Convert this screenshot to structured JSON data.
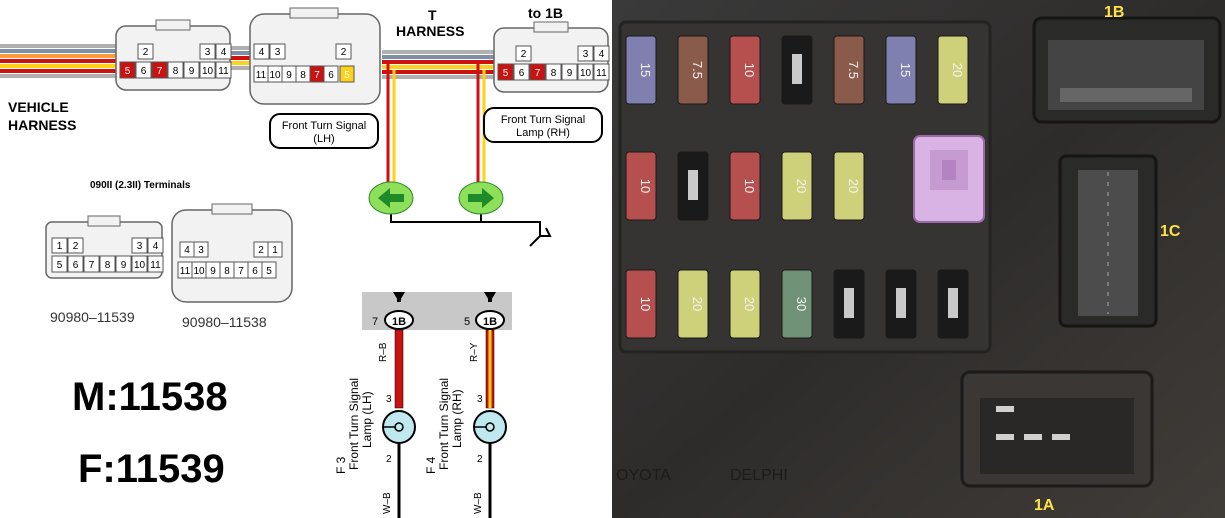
{
  "diagram": {
    "vehicle_harness": [
      "VEHICLE",
      "HARNESS"
    ],
    "t_harness": [
      "T",
      "HARNESS"
    ],
    "to_1b": "to 1B",
    "terminals_title": "090II (2.3II) Terminals",
    "part_female": "90980–11539",
    "part_male": "90980–11538",
    "male_code": "M:11538",
    "female_code": "F:11539",
    "front_lh_box": [
      "Front Turn Signal",
      "(LH)"
    ],
    "front_rh_box": [
      "Front Turn Signal",
      "Lamp (RH)"
    ],
    "female_connector": {
      "top": [
        "2",
        "3",
        "4"
      ],
      "bottom": [
        "5",
        "6",
        "7",
        "8",
        "9",
        "10",
        "11"
      ]
    },
    "female_connector_full": {
      "top": [
        "1",
        "2",
        "3",
        "4"
      ],
      "bottom": [
        "5",
        "6",
        "7",
        "8",
        "9",
        "10",
        "11"
      ]
    },
    "male_connector": {
      "top": [
        "4",
        "3",
        "2"
      ],
      "bottom": [
        "11",
        "10",
        "9",
        "8",
        "7",
        "6",
        "5"
      ]
    },
    "male_connector_full": {
      "top": [
        "4",
        "3",
        "2",
        "1"
      ],
      "bottom": [
        "11",
        "10",
        "9",
        "8",
        "7",
        "6",
        "5"
      ]
    },
    "lh_circuit": {
      "pin_top": "7",
      "connector": "1B",
      "wire_top": "R–B",
      "pin_mid": "3",
      "lamp_id": "F 3",
      "lamp_name": [
        "Front Turn Signal",
        "Lamp (LH)"
      ],
      "pin_bottom": "2",
      "wire_bottom": "W–B"
    },
    "rh_circuit": {
      "pin_top": "5",
      "connector": "1B",
      "wire_top": "R–Y",
      "pin_mid": "3",
      "lamp_id": "F 4",
      "lamp_name": [
        "Front Turn Signal",
        "Lamp (RH)"
      ],
      "pin_bottom": "2",
      "wire_bottom": "W–B"
    },
    "colors": {
      "red": "#cc1111",
      "yellow": "#ffd21a",
      "green": "#39b54a",
      "gray": "#c8c8c8",
      "lamp": "#bfe9ef"
    }
  },
  "photo": {
    "labels": {
      "conn_1b": "1B",
      "conn_1c": "1C",
      "conn_1a": "1A"
    },
    "brand_left": "OYOTA",
    "brand_right": "DELPHI",
    "fuse_rows": [
      [
        {
          "amp": "15",
          "color": "#7f7fb0"
        },
        {
          "amp": "7.5",
          "color": "#8a5a4a"
        },
        {
          "amp": "10",
          "color": "#b5504f"
        },
        {
          "amp": "",
          "color": "#1a1a1a"
        },
        {
          "amp": "7.5",
          "color": "#8a5a4a"
        },
        {
          "amp": "15",
          "color": "#7f7fb0"
        },
        {
          "amp": "20",
          "color": "#cfd07a"
        }
      ],
      [
        {
          "amp": "10",
          "color": "#b5504f"
        },
        {
          "amp": "",
          "color": "#1a1a1a"
        },
        {
          "amp": "10",
          "color": "#b5504f"
        },
        {
          "amp": "20",
          "color": "#cfd07a"
        },
        {
          "amp": "20",
          "color": "#cfd07a"
        }
      ],
      [
        {
          "amp": "10",
          "color": "#b5504f"
        },
        {
          "amp": "20",
          "color": "#cfd07a"
        },
        {
          "amp": "20",
          "color": "#cfd07a"
        },
        {
          "amp": "30",
          "color": "#6f9277"
        },
        {
          "amp": "",
          "color": "#1a1a1a"
        },
        {
          "amp": "",
          "color": "#1a1a1a"
        },
        {
          "amp": "",
          "color": "#1a1a1a"
        }
      ]
    ]
  }
}
